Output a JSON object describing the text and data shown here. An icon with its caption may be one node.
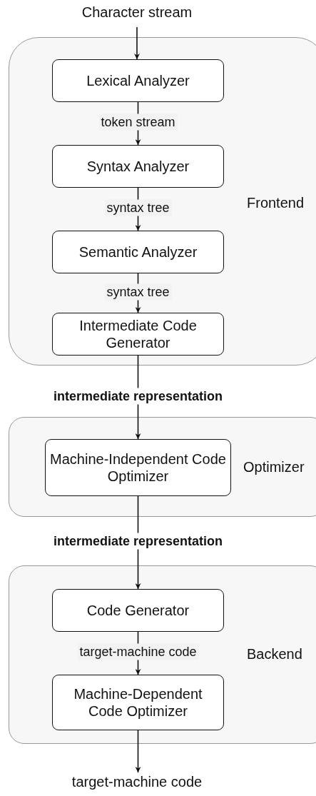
{
  "diagram": {
    "nodes": [
      {
        "text": [
          "Character stream"
        ]
      },
      {
        "text": [
          "Frontend"
        ]
      },
      {
        "text": [
          "Lexical Analyzer"
        ],
        "in": 1
      },
      {
        "text": [
          "Syntax Analyzer"
        ],
        "in": 1
      },
      {
        "text": [
          "Semantic Analyzer"
        ],
        "in": 1
      },
      {
        "text": [
          "Intermediate Code Generator"
        ],
        "in": 1
      },
      {
        "text": [
          "Optimizer"
        ]
      },
      {
        "text": [
          "Machine-Independent Code Optimizer"
        ],
        "in": 6
      },
      {
        "text": [
          "Backend"
        ]
      },
      {
        "text": [
          "Code Generator"
        ],
        "in": 8
      },
      {
        "text": [
          "Machine-Dependent Code Optimizer"
        ],
        "in": 8
      },
      {
        "text": [
          "target-machine code"
        ]
      }
    ],
    "edges": [
      {
        "from": 0,
        "to": 2,
        "arrow": "to"
      },
      {
        "from": 2,
        "to": 3,
        "arrow": "to",
        "label": "token stream"
      },
      {
        "from": 3,
        "to": 4,
        "arrow": "to",
        "label": "syntax tree"
      },
      {
        "from": 4,
        "to": 5,
        "arrow": "to",
        "label": "syntax tree"
      },
      {
        "from": 5,
        "to": 7,
        "arrow": "to",
        "label": "intermediate representation"
      },
      {
        "from": 7,
        "to": 9,
        "arrow": "to",
        "label": "intermediate representation"
      },
      {
        "from": 9,
        "to": 10,
        "arrow": "to",
        "label": "target-machine code"
      },
      {
        "from": 10,
        "to": 11,
        "arrow": "to"
      }
    ]
  }
}
